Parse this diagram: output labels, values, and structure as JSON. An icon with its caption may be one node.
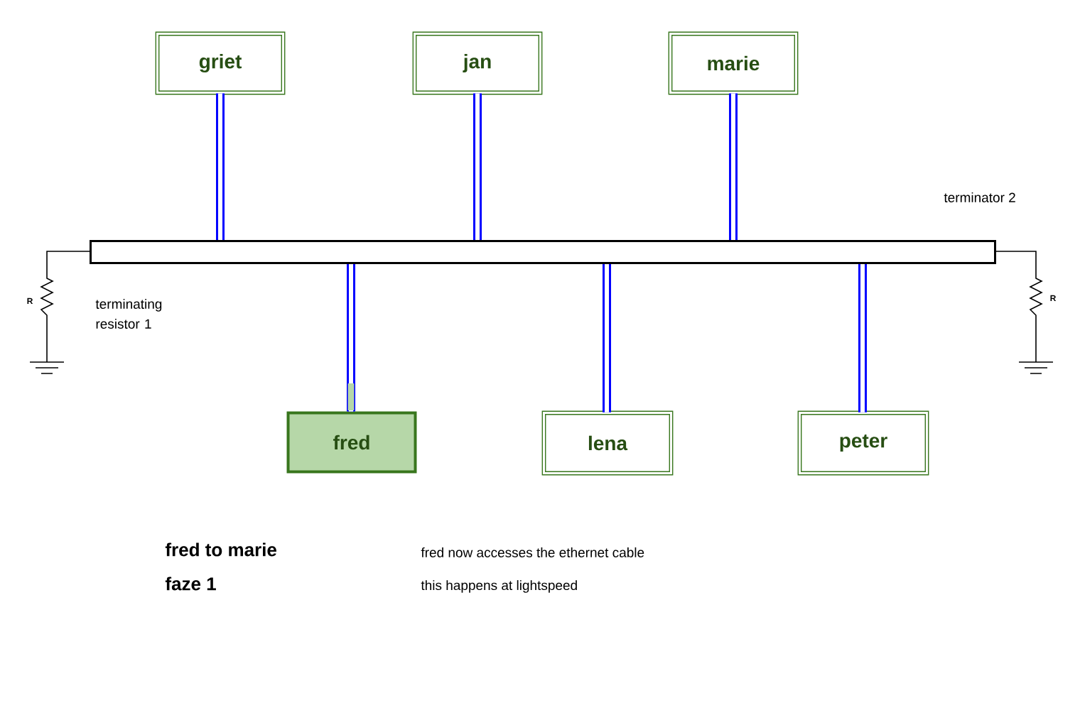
{
  "diagram": {
    "nodes": [
      {
        "text": [],
        "shape": "bar"
      },
      {
        "text": [
          "griet"
        ]
      },
      {
        "text": [
          "jan"
        ]
      },
      {
        "text": [
          "marie"
        ]
      },
      {
        "text": [
          "fred"
        ]
      },
      {
        "text": [
          "lena"
        ]
      },
      {
        "text": [
          "peter"
        ]
      }
    ],
    "edges": [
      {
        "from": 1,
        "to": 0,
        "arrow": "none"
      },
      {
        "from": 2,
        "to": 0,
        "arrow": "none"
      },
      {
        "from": 3,
        "to": 0,
        "arrow": "none"
      },
      {
        "from": 4,
        "to": 0,
        "arrow": "none"
      },
      {
        "from": 5,
        "to": 0,
        "arrow": "none"
      },
      {
        "from": 6,
        "to": 0,
        "arrow": "none"
      }
    ],
    "labels": [
      "terminator 2",
      "R",
      "R",
      "terminating resistor 1",
      "fred to marie",
      "fred now accesses the ethernet cable",
      "faze 1",
      "this happens at lightspeed"
    ]
  }
}
